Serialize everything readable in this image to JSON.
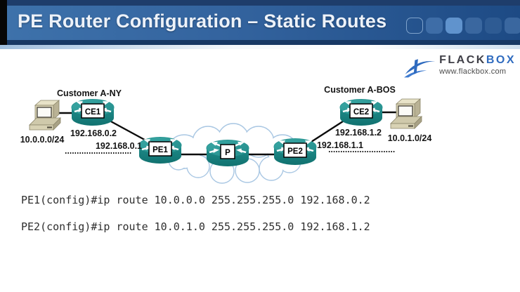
{
  "header": {
    "title": "PE Router Configuration – Static Routes",
    "deco_squares": [
      "transparent",
      "#3e6da7",
      "#6093cd",
      "#3a679f",
      "#2e5b93",
      "#3a679f"
    ]
  },
  "logo": {
    "brand_dark": "FLACK",
    "brand_accent": "BOX",
    "website": "www.flackbox.com"
  },
  "diagram": {
    "left_site": {
      "name": "Customer A-NY",
      "lan_subnet": "10.0.0.0/24",
      "ce_label": "CE1",
      "ce_wan_ip": "192.168.0.2",
      "pe_wan_ip": "192.168.0.1"
    },
    "right_site": {
      "name": "Customer A-BOS",
      "lan_subnet": "10.0.1.0/24",
      "ce_label": "CE2",
      "ce_wan_ip": "192.168.1.2",
      "pe_wan_ip": "192.168.1.1"
    },
    "core": {
      "pe1_label": "PE1",
      "p_label": "P",
      "pe2_label": "PE2"
    }
  },
  "commands": {
    "pe1": "PE1(config)#ip route 10.0.0.0 255.255.255.0 192.168.0.2",
    "pe2": "PE2(config)#ip route 10.0.1.0 255.255.255.0 192.168.1.2"
  },
  "colors": {
    "router_teal": "#2e9d9a",
    "router_teal_dark": "#15807e",
    "header_blue_left": "#3e72ab",
    "header_blue_right": "#1d4a84",
    "header_navy": "#1e3d6b",
    "cloud_outline": "#a9c7e3",
    "logo_accent": "#2f6bbf"
  }
}
